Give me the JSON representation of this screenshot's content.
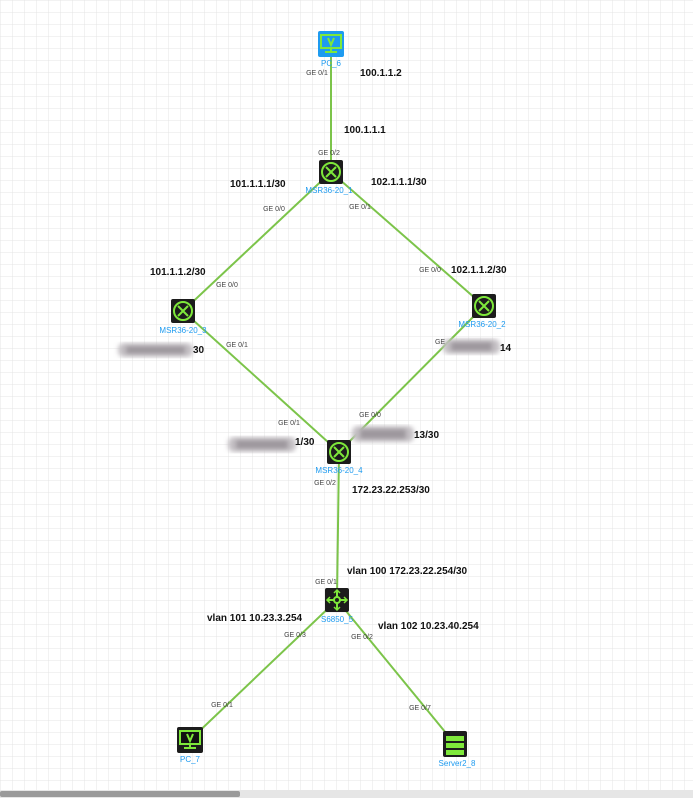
{
  "colors": {
    "link": "#7cc44a",
    "node_bg": "#1c1c1c",
    "node_accent": "#7ee83a",
    "pc6_bg": "#1e9bf0",
    "label": "#1e9bf0"
  },
  "nodes": [
    {
      "id": "pc6",
      "label": "PC_6",
      "icon": "pc-icon"
    },
    {
      "id": "r1",
      "label": "MSR36-20_1",
      "icon": "router-icon"
    },
    {
      "id": "r3",
      "label": "MSR36-20_3",
      "icon": "router-icon"
    },
    {
      "id": "r2",
      "label": "MSR36-20_2",
      "icon": "router-icon"
    },
    {
      "id": "r4",
      "label": "MSR36-20_4",
      "icon": "router-icon"
    },
    {
      "id": "sw5",
      "label": "S6850_5",
      "icon": "switch-icon"
    },
    {
      "id": "pc7",
      "label": "PC_7",
      "icon": "pc-icon"
    },
    {
      "id": "srv8",
      "label": "Server2_8",
      "icon": "server-icon"
    }
  ],
  "links": [
    {
      "from": "pc6",
      "to": "r1",
      "from_port": "GE 0/1",
      "to_port": "GE 0/2"
    },
    {
      "from": "r1",
      "to": "r3",
      "from_port": "GE 0/0",
      "to_port": "GE 0/0"
    },
    {
      "from": "r1",
      "to": "r2",
      "from_port": "GE 0/1",
      "to_port": "GE 0/0"
    },
    {
      "from": "r3",
      "to": "r4",
      "from_port": "GE 0/1",
      "to_port": "GE 0/1"
    },
    {
      "from": "r2",
      "to": "r4",
      "from_port": "GE",
      "to_port": "GE 0/0"
    },
    {
      "from": "r4",
      "to": "sw5",
      "from_port": "GE 0/2",
      "to_port": "GE 0/1"
    },
    {
      "from": "sw5",
      "to": "pc7",
      "from_port": "GE 0/3",
      "to_port": "GE 0/1"
    },
    {
      "from": "sw5",
      "to": "srv8",
      "from_port": "GE 0/2",
      "to_port": "GE 0/7"
    }
  ],
  "ip_labels": [
    {
      "id": "pc6-ip",
      "text": "100.1.1.2"
    },
    {
      "id": "r1-ge02-ip",
      "text": "100.1.1.1"
    },
    {
      "id": "r1-ge00-ip",
      "text": "101.1.1.1/30"
    },
    {
      "id": "r1-ge01-ip",
      "text": "102.1.1.1/30"
    },
    {
      "id": "r3-ge00-ip",
      "text": "101.1.1.2/30"
    },
    {
      "id": "r2-ge00-ip",
      "text": "102.1.1.2/30"
    },
    {
      "id": "r3-ge01-ip",
      "text": "30",
      "blurred": true
    },
    {
      "id": "r2-ge-ip",
      "text": "14",
      "blurred": true
    },
    {
      "id": "r4-ge00-ip",
      "text": "13/30",
      "blurred": true
    },
    {
      "id": "r4-ge01-ip",
      "text": "1/30",
      "blurred": true
    },
    {
      "id": "r4-ge02-ip",
      "text": "172.23.22.253/30"
    },
    {
      "id": "sw5-vlan100",
      "text": "vlan 100 172.23.22.254/30"
    },
    {
      "id": "sw5-vlan101",
      "text": "vlan 101 10.23.3.254"
    },
    {
      "id": "sw5-vlan102",
      "text": "vlan 102 10.23.40.254"
    }
  ]
}
